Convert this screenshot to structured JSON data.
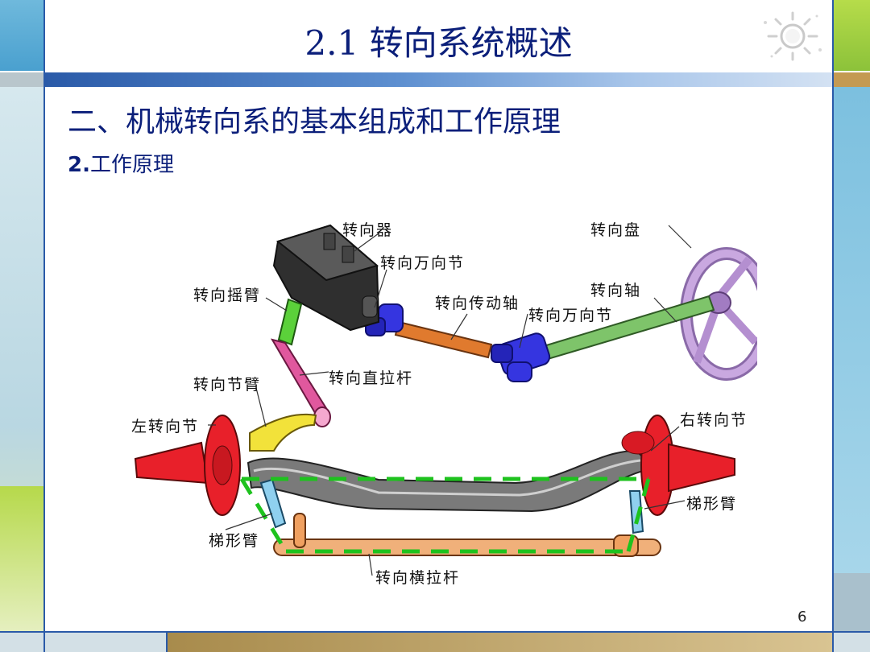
{
  "slide": {
    "title": "2.1 转向系统概述",
    "heading": "二、机械转向系的基本组成和工作原理",
    "subheading_number": "2.",
    "subheading_text": "工作原理",
    "page_number": "6"
  },
  "diagram": {
    "labels": {
      "steering_gear": "转向器",
      "steering_wheel": "转向盘",
      "universal_joint_upper": "转向万向节",
      "pitman_arm": "转向摇臂",
      "steering_shaft": "转向轴",
      "drive_shaft": "转向传动轴",
      "universal_joint_lower": "转向万向节",
      "drag_link": "转向直拉杆",
      "knuckle_arm": "转向节臂",
      "left_knuckle": "左转向节",
      "right_knuckle": "右转向节",
      "trapezoid_arm_right": "梯形臂",
      "trapezoid_arm_left": "梯形臂",
      "tie_rod": "转向横拉杆"
    }
  },
  "colors": {
    "title_text": "#0b1f7a",
    "header_bar": "#2a5aa8",
    "steering_gear": "#3a3a3a",
    "universal_joint": "#2b2bd8",
    "drive_shaft": "#e07a2e",
    "steering_shaft": "#7ec46a",
    "steering_wheel": "#b48fd0",
    "pitman_arm": "#5bd13a",
    "drag_link": "#e0589e",
    "knuckle_arm": "#f2e23a",
    "knuckle": "#e8202a",
    "axle": "#8a8a8a",
    "trapezoid_arm": "#8fd0ef",
    "tie_rod": "#f0b07a",
    "dashed_outline": "#1ec21e"
  }
}
